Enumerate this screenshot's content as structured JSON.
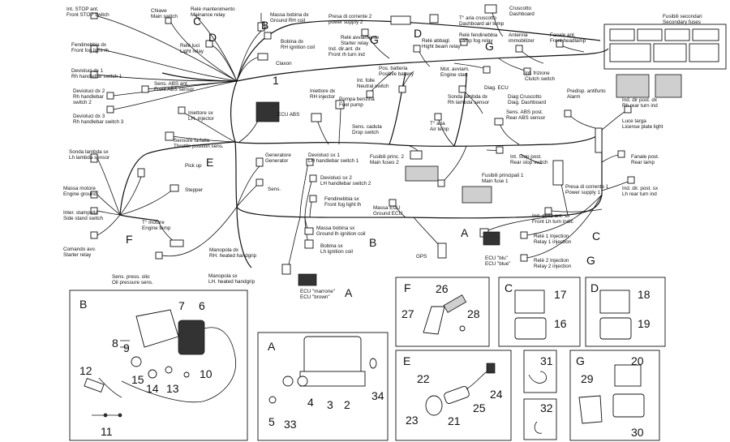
{
  "labels": {
    "front_stop_switch": [
      "Int. STOP ant.",
      "Front STOP switch"
    ],
    "main_switch": [
      "Chiave",
      "Main switch"
    ],
    "maintenance_relay": [
      "Relè mantenimento",
      "Mainance relay"
    ],
    "ground_rh_coil": [
      "Massa bobina dx",
      "Ground RH coil"
    ],
    "rh_ignition_coil": [
      "Bobina dx",
      "RH ignition coil"
    ],
    "claxon": [
      "Claxon"
    ],
    "light_relay": [
      "Relè luci",
      "Light relay"
    ],
    "power_supply_2": [
      "Presa di corrente 2",
      "power supply 2"
    ],
    "starter_relay": [
      "Relè avviamento",
      "Starter relay"
    ],
    "front_rh_turn": [
      "Ind. dir.ant. dx",
      "Front rh turn ind"
    ],
    "high_beam_relay": [
      "Relè abbagl.",
      "Hight beam relay"
    ],
    "dashboard_air_temp": [
      "T° aria cruscotto",
      "Dashboard air temp"
    ],
    "lamp_fog_relay": [
      "Relè fendinebbia",
      "Lamp fog relay"
    ],
    "dashboard": [
      "Cruscotto",
      "Dashboard"
    ],
    "immobilizer": [
      "Antenna",
      "immobilizer"
    ],
    "front_headlamp": [
      "Fanale ant.",
      "Front headlamp"
    ],
    "secondary_fuses": [
      "Fusibili secondari",
      "Secondary fuses"
    ],
    "clutch_switch": [
      "Int. frizione",
      "Clutch switch"
    ],
    "front_fog_right": [
      "Fendinebbia dx",
      "Front fog light rh"
    ],
    "rh_handlebar_1": [
      "Devioluci dx 1",
      "Rh handlebar switch 1"
    ],
    "rh_handlebar_2": [
      "Devioluci dx 2",
      "Rh handlebar",
      "switch 2"
    ],
    "rh_handlebar_3": [
      "Devioluci dx 3",
      "Rh handlebar switch 3"
    ],
    "front_abs_sensor": [
      "Sens. ABS ant.",
      "Front ABS sensor"
    ],
    "rh_injector": [
      "Iniettore dx",
      "RH injector"
    ],
    "fuel_pump": [
      "Pompa benzina",
      "Fuel pump"
    ],
    "lh_injector": [
      "Iniettore sx",
      "LH. injector"
    ],
    "ecu_abs": [
      "ECU ABS"
    ],
    "positive_battery": [
      "Pos. batteria",
      "Positive battery"
    ],
    "neutral_switch": [
      "Int. folle",
      "Neutral switch"
    ],
    "engine_start": [
      "Mot. avviam.",
      "Engine start"
    ],
    "diag_ecu": [
      "Diag. ECU"
    ],
    "rh_lambda": [
      "Sonda lambda dx",
      "Rh lambda sensor"
    ],
    "diag_dashboard": [
      "Diag Cruscotto",
      "Diag. Dashboard"
    ],
    "alarm": [
      "Predisp. antifurto",
      "Alarm"
    ],
    "rear_rh_turn": [
      "Ind. dir post. dx",
      "Rh rear turn ind"
    ],
    "rear_abs_sensor": [
      "Sens. ABS post.",
      "Rear ABS sensor"
    ],
    "drop_switch": [
      "Sens. caduta",
      "Drop switch"
    ],
    "license_plate": [
      "Luce targa",
      "License plate light"
    ],
    "throttle_sens": [
      "Sensore farfalla",
      "Throttle position sens."
    ],
    "air_temp": [
      "T° aria",
      "Air temp"
    ],
    "rear_lamp": [
      "Fanale post.",
      "Rear lamp"
    ],
    "lh_lambda": [
      "Sonda lambda sx",
      "Lh lambda sensor"
    ],
    "generator": [
      "Generatore",
      "Generator"
    ],
    "lh_handlebar_1": [
      "Devioluci sx 1",
      "LH handlebar switch 1"
    ],
    "main_fuses_2": [
      "Fusibili princ. 2",
      "Main fuses 2"
    ],
    "rear_stop_switch": [
      "Int. Stop post.",
      "Rear stop switch"
    ],
    "main_fuse_1": [
      "Fusibili principali 1",
      "Main fuse 1"
    ],
    "engine_ground": [
      "Massa motore",
      "Engine ground"
    ],
    "pick_up": [
      "Pick up"
    ],
    "lh_handlebar_2": [
      "Devioluci sx 2",
      "LH handlebar switch 2"
    ],
    "sens": [
      "Sens."
    ],
    "power_supply_1": [
      "Presa di corrente 1",
      "Power supply 1"
    ],
    "rear_lh_turn": [
      "Ind. dir. post. sx",
      "Lh rear turn ind"
    ],
    "front_fog_left": [
      "Fendinebbia sx",
      "Front fog light lh"
    ],
    "stepper": [
      "Stepper"
    ],
    "ground_ecu": [
      "Massa ECU",
      "Ground ECU"
    ],
    "side_stand": [
      "Inter. stampella",
      "Side stand switch"
    ],
    "engine_temp": [
      "T° motore",
      "Engine temp"
    ],
    "front_lh_turn": [
      "Ind. direz ant. sx",
      "Front Lh turn indic"
    ],
    "ground_lh_coil": [
      "Massa bobina sx",
      "Ground lh ignition coil"
    ],
    "starter_relay_cmd": [
      "Comando avv.",
      "Starter relay"
    ],
    "relay_1_injection": [
      "Relè 1 Injection",
      "Relay 1 injection"
    ],
    "rh_heated_handgrip": [
      "Manopola dx",
      "RH. heated handgrip"
    ],
    "lh_ignition_coil": [
      "Bobina sx",
      "Lh ignition coil"
    ],
    "gps": [
      "GPS"
    ],
    "ecu_blue": [
      "ECU \"blu\"",
      "ECU \"blue\""
    ],
    "relay_2_injection": [
      "Relè 2 Injection",
      "Relay 2 injection"
    ],
    "lh_heated_handgrip": [
      "Manopola sx",
      "LH. heated handgrip"
    ],
    "oil_pressure": [
      "Sens. press. olio",
      "Oil pressure sens."
    ],
    "ecu_brown": [
      "ECU \"marrone\"",
      "ECU \"brown\""
    ]
  },
  "letters": {
    "c_relay": "C",
    "b_coil": "B",
    "d_light": "D",
    "g_starter": "G",
    "d_front": "D",
    "g_lamp": "G",
    "e_pickup": "E",
    "f_temp": "F",
    "a_ecu_blue": "A",
    "c_relay1": "C",
    "b_coil_lh": "B",
    "g_relay2": "G",
    "a_ecu_brown": "A",
    "main_ref": "1"
  },
  "panels": {
    "B": {
      "title": "B",
      "parts": [
        "7",
        "6",
        "8",
        "9",
        "10",
        "12",
        "15",
        "14",
        "13",
        "11"
      ]
    },
    "A": {
      "title": "A",
      "parts": [
        "34",
        "4",
        "3",
        "2",
        "5",
        "33"
      ]
    },
    "F": {
      "title": "F",
      "parts": [
        "26",
        "27",
        "28"
      ]
    },
    "E": {
      "title": "E",
      "parts": [
        "22",
        "24",
        "25",
        "23",
        "21"
      ]
    },
    "C": {
      "title": "C",
      "parts": [
        "17",
        "16"
      ]
    },
    "D": {
      "title": "D",
      "parts": [
        "18",
        "19"
      ]
    },
    "P31": {
      "parts": [
        "31"
      ]
    },
    "P32": {
      "parts": [
        "32"
      ]
    },
    "G": {
      "title": "G",
      "parts": [
        "20",
        "29",
        "30"
      ]
    }
  }
}
